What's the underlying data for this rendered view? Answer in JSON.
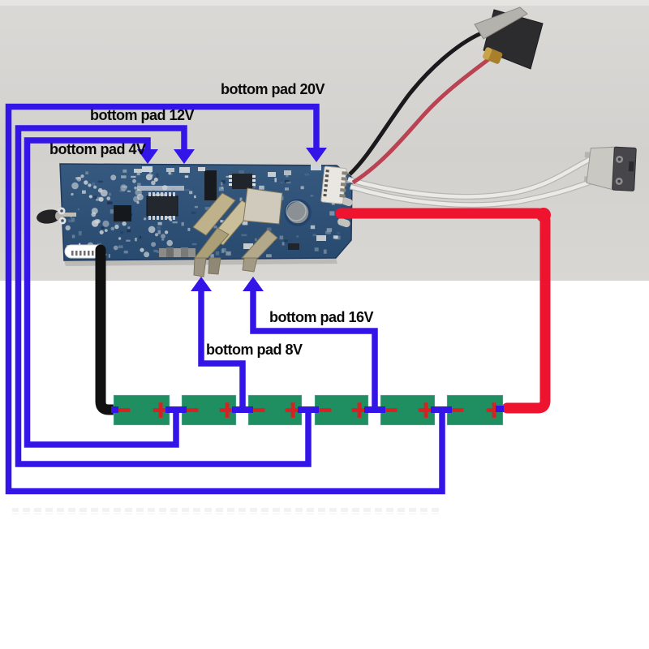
{
  "labels": {
    "pad4v": {
      "text": "bottom pad 4V"
    },
    "pad8v": {
      "text": "bottom pad 8V"
    },
    "pad12v": {
      "text": "bottom pad 12V"
    },
    "pad16v": {
      "text": "bottom pad 16V"
    },
    "pad20v": {
      "text": "bottom pad 20V"
    }
  },
  "cells": [
    {
      "minus": "−",
      "plus": "+"
    },
    {
      "minus": "−",
      "plus": "+"
    },
    {
      "minus": "−",
      "plus": "+"
    },
    {
      "minus": "−",
      "plus": "+"
    },
    {
      "minus": "−",
      "plus": "+"
    },
    {
      "minus": "−",
      "plus": "+"
    }
  ],
  "colors": {
    "wireBlue": "#3315e8",
    "wireRed": "#ee1430",
    "wireBlack": "#111111",
    "cellGreen": "#1f8f62",
    "terminalRed": "#d42323",
    "photoBg": "#d5d3d0",
    "pcbBlue": "#30517a",
    "labelColor": "#0a0a0a"
  }
}
